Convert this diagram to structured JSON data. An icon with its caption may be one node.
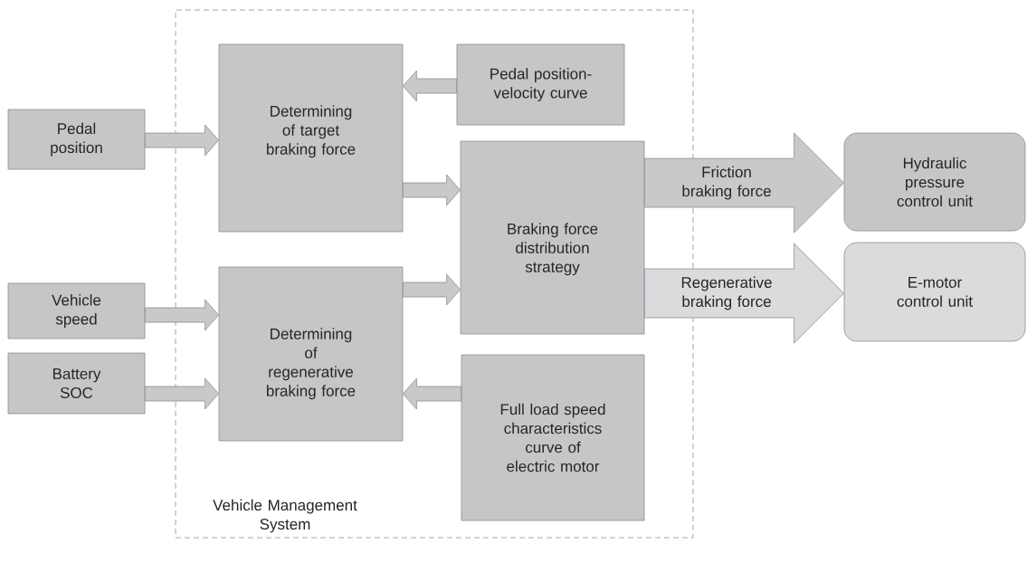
{
  "diagram": {
    "nodes": [
      {
        "text": [
          "Vehicle Management System"
        ]
      },
      {
        "text": [
          "Pedal position"
        ]
      },
      {
        "text": [
          "Determining of target braking force"
        ],
        "in": 0
      },
      {
        "text": [
          "Pedal position-velocity curve"
        ],
        "in": 0
      },
      {
        "text": [
          "Braking force distribution strategy"
        ],
        "in": 0
      },
      {
        "text": [
          "Hydraulic pressure control unit"
        ]
      },
      {
        "text": [
          "Vehicle speed"
        ]
      },
      {
        "text": [
          "Determining of regenerative braking force"
        ],
        "in": 0
      },
      {
        "text": [
          "E-motor control unit"
        ]
      },
      {
        "text": [
          "Battery SOC"
        ]
      },
      {
        "text": [
          "Full load speed characteristics curve of electric motor"
        ],
        "in": 0
      }
    ],
    "edges": [
      {
        "from": 1,
        "to": 2,
        "arrow": "to"
      },
      {
        "from": 3,
        "to": 2,
        "arrow": "to"
      },
      {
        "from": 2,
        "to": 4,
        "arrow": "to"
      },
      {
        "from": 7,
        "to": 4,
        "arrow": "to"
      },
      {
        "from": 4,
        "to": 5,
        "arrow": "to",
        "label": "Friction braking force",
        "style": "thick"
      },
      {
        "from": 4,
        "to": 8,
        "arrow": "to",
        "label": "Regenerative braking force",
        "style": "thick",
        "color": "#dadbdd"
      },
      {
        "from": 6,
        "to": 7,
        "arrow": "to"
      },
      {
        "from": 9,
        "to": 7,
        "arrow": "to"
      },
      {
        "from": 10,
        "to": 7,
        "arrow": "to"
      }
    ]
  }
}
